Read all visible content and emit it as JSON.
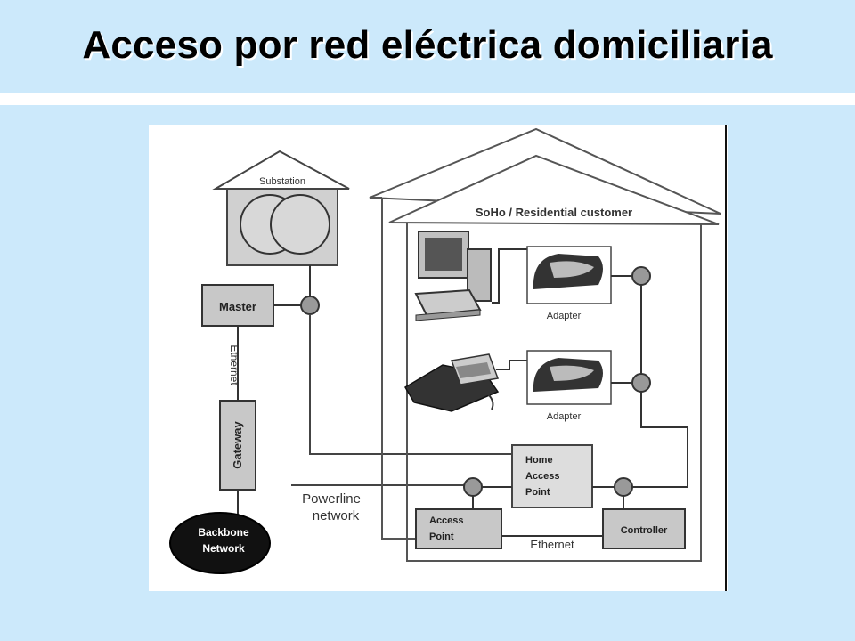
{
  "page": {
    "title": "Acceso por red eléctrica domiciliaria"
  },
  "diagram": {
    "substation": "Substation",
    "house": "SoHo / Residential customer",
    "master": "Master",
    "ethernet_vertical": "Ethernet",
    "gateway": "Gateway",
    "backbone_line1": "Backbone",
    "backbone_line2": "Network",
    "powerline_line1": "Powerline",
    "powerline_line2": "network",
    "adapter_top": "Adapter",
    "adapter_bottom": "Adapter",
    "home_ap_line1": "Home",
    "home_ap_line2": "Access",
    "home_ap_line3": "Point",
    "access_point_line1": "Access",
    "access_point_line2": "Point",
    "ethernet_bottom": "Ethernet",
    "controller": "Controller"
  }
}
